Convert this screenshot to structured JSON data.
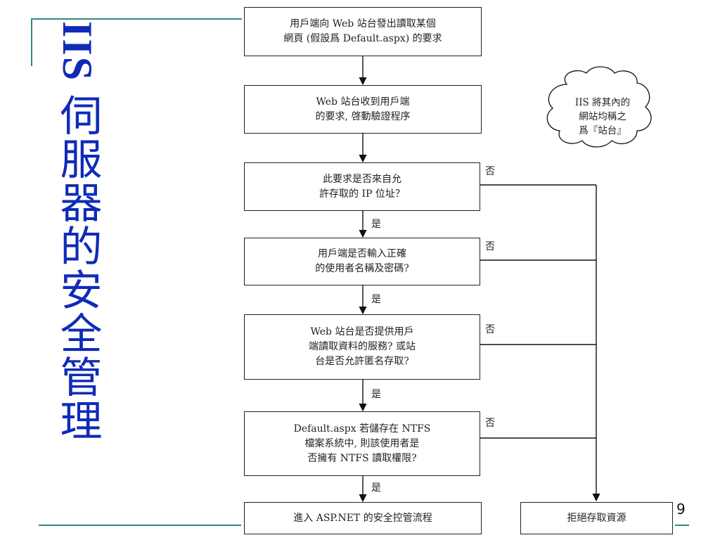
{
  "slide": {
    "title_latin": "IIS ",
    "title_cjk": "伺服器的安全管理",
    "page_number": "9"
  },
  "flow": {
    "step1": "用戶端向 Web 站台發出讀取某個\n網頁 (假設爲 Default.aspx) 的要求",
    "step2": "Web  站台收到用戶端\n的要求, 啓動驗證程序",
    "decision1": "此要求是否來自允\n許存取的 IP 位址？",
    "decision2": "用戶端是否輸入正確\n的使用者名稱及密碼?",
    "decision3": "Web  站台是否提供用戶\n端讀取資料的服務? 或站\n台是否允許匿名存取?",
    "decision4": "Default.aspx 若儲存在 NTFS\n檔案系統中, 則該使用者是\n否擁有 NTFS  讀取權限?",
    "end_ok": "進入 ASP.NET 的安全控管流程",
    "end_deny": "拒絕存取資源",
    "yes": "是",
    "no": "否",
    "note": "IIS 將其內的\n網站均稱之\n爲『站台』"
  }
}
